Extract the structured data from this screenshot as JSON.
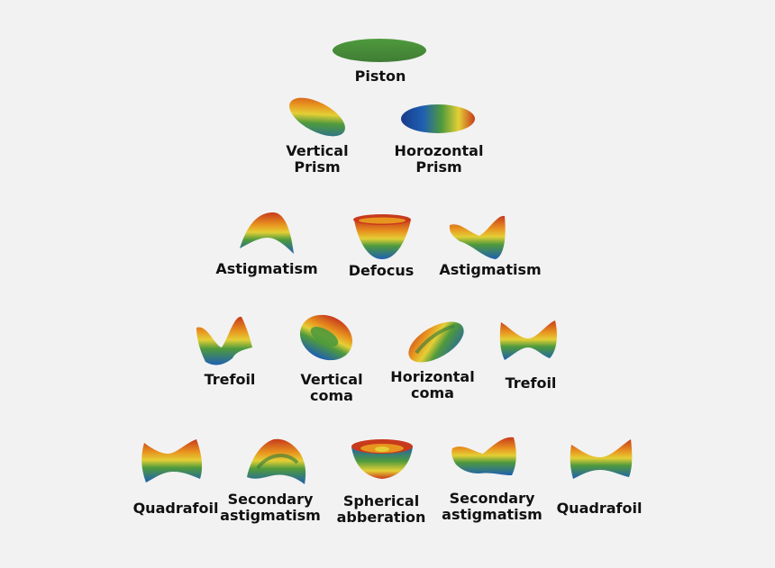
{
  "colors": {
    "background": "#f2f2f2",
    "piston": "#3f7d35",
    "red": "#c83a1c",
    "orange": "#e8951f",
    "yellow": "#e4cf36",
    "green": "#4f9a3c",
    "blue": "#1f5fb2",
    "navy": "#173c8a"
  },
  "modes": [
    {
      "id": "piston",
      "label": [
        "Piston"
      ]
    },
    {
      "id": "vertical-prism",
      "label": [
        "Vertical",
        "Prism"
      ]
    },
    {
      "id": "horizontal-prism",
      "label": [
        "Horozontal",
        "Prism"
      ]
    },
    {
      "id": "astigmatism-left",
      "label": [
        "Astigmatism"
      ]
    },
    {
      "id": "defocus",
      "label": [
        "Defocus"
      ]
    },
    {
      "id": "astigmatism-right",
      "label": [
        "Astigmatism"
      ]
    },
    {
      "id": "trefoil-left",
      "label": [
        "Trefoil"
      ]
    },
    {
      "id": "vertical-coma",
      "label": [
        "Vertical",
        "coma"
      ]
    },
    {
      "id": "horizontal-coma",
      "label": [
        "Horizontal",
        "coma"
      ]
    },
    {
      "id": "trefoil-right",
      "label": [
        "Trefoil"
      ]
    },
    {
      "id": "quadrafoil-left",
      "label": [
        "Quadrafoil"
      ]
    },
    {
      "id": "secondary-astigmatism-left",
      "label": [
        "Secondary",
        "astigmatism"
      ]
    },
    {
      "id": "spherical-aberration",
      "label": [
        "Spherical",
        "abberation"
      ]
    },
    {
      "id": "secondary-astigmatism-right",
      "label": [
        "Secondary",
        "astigmatism"
      ]
    },
    {
      "id": "quadrafoil-right",
      "label": [
        "Quadrafoil"
      ]
    }
  ]
}
